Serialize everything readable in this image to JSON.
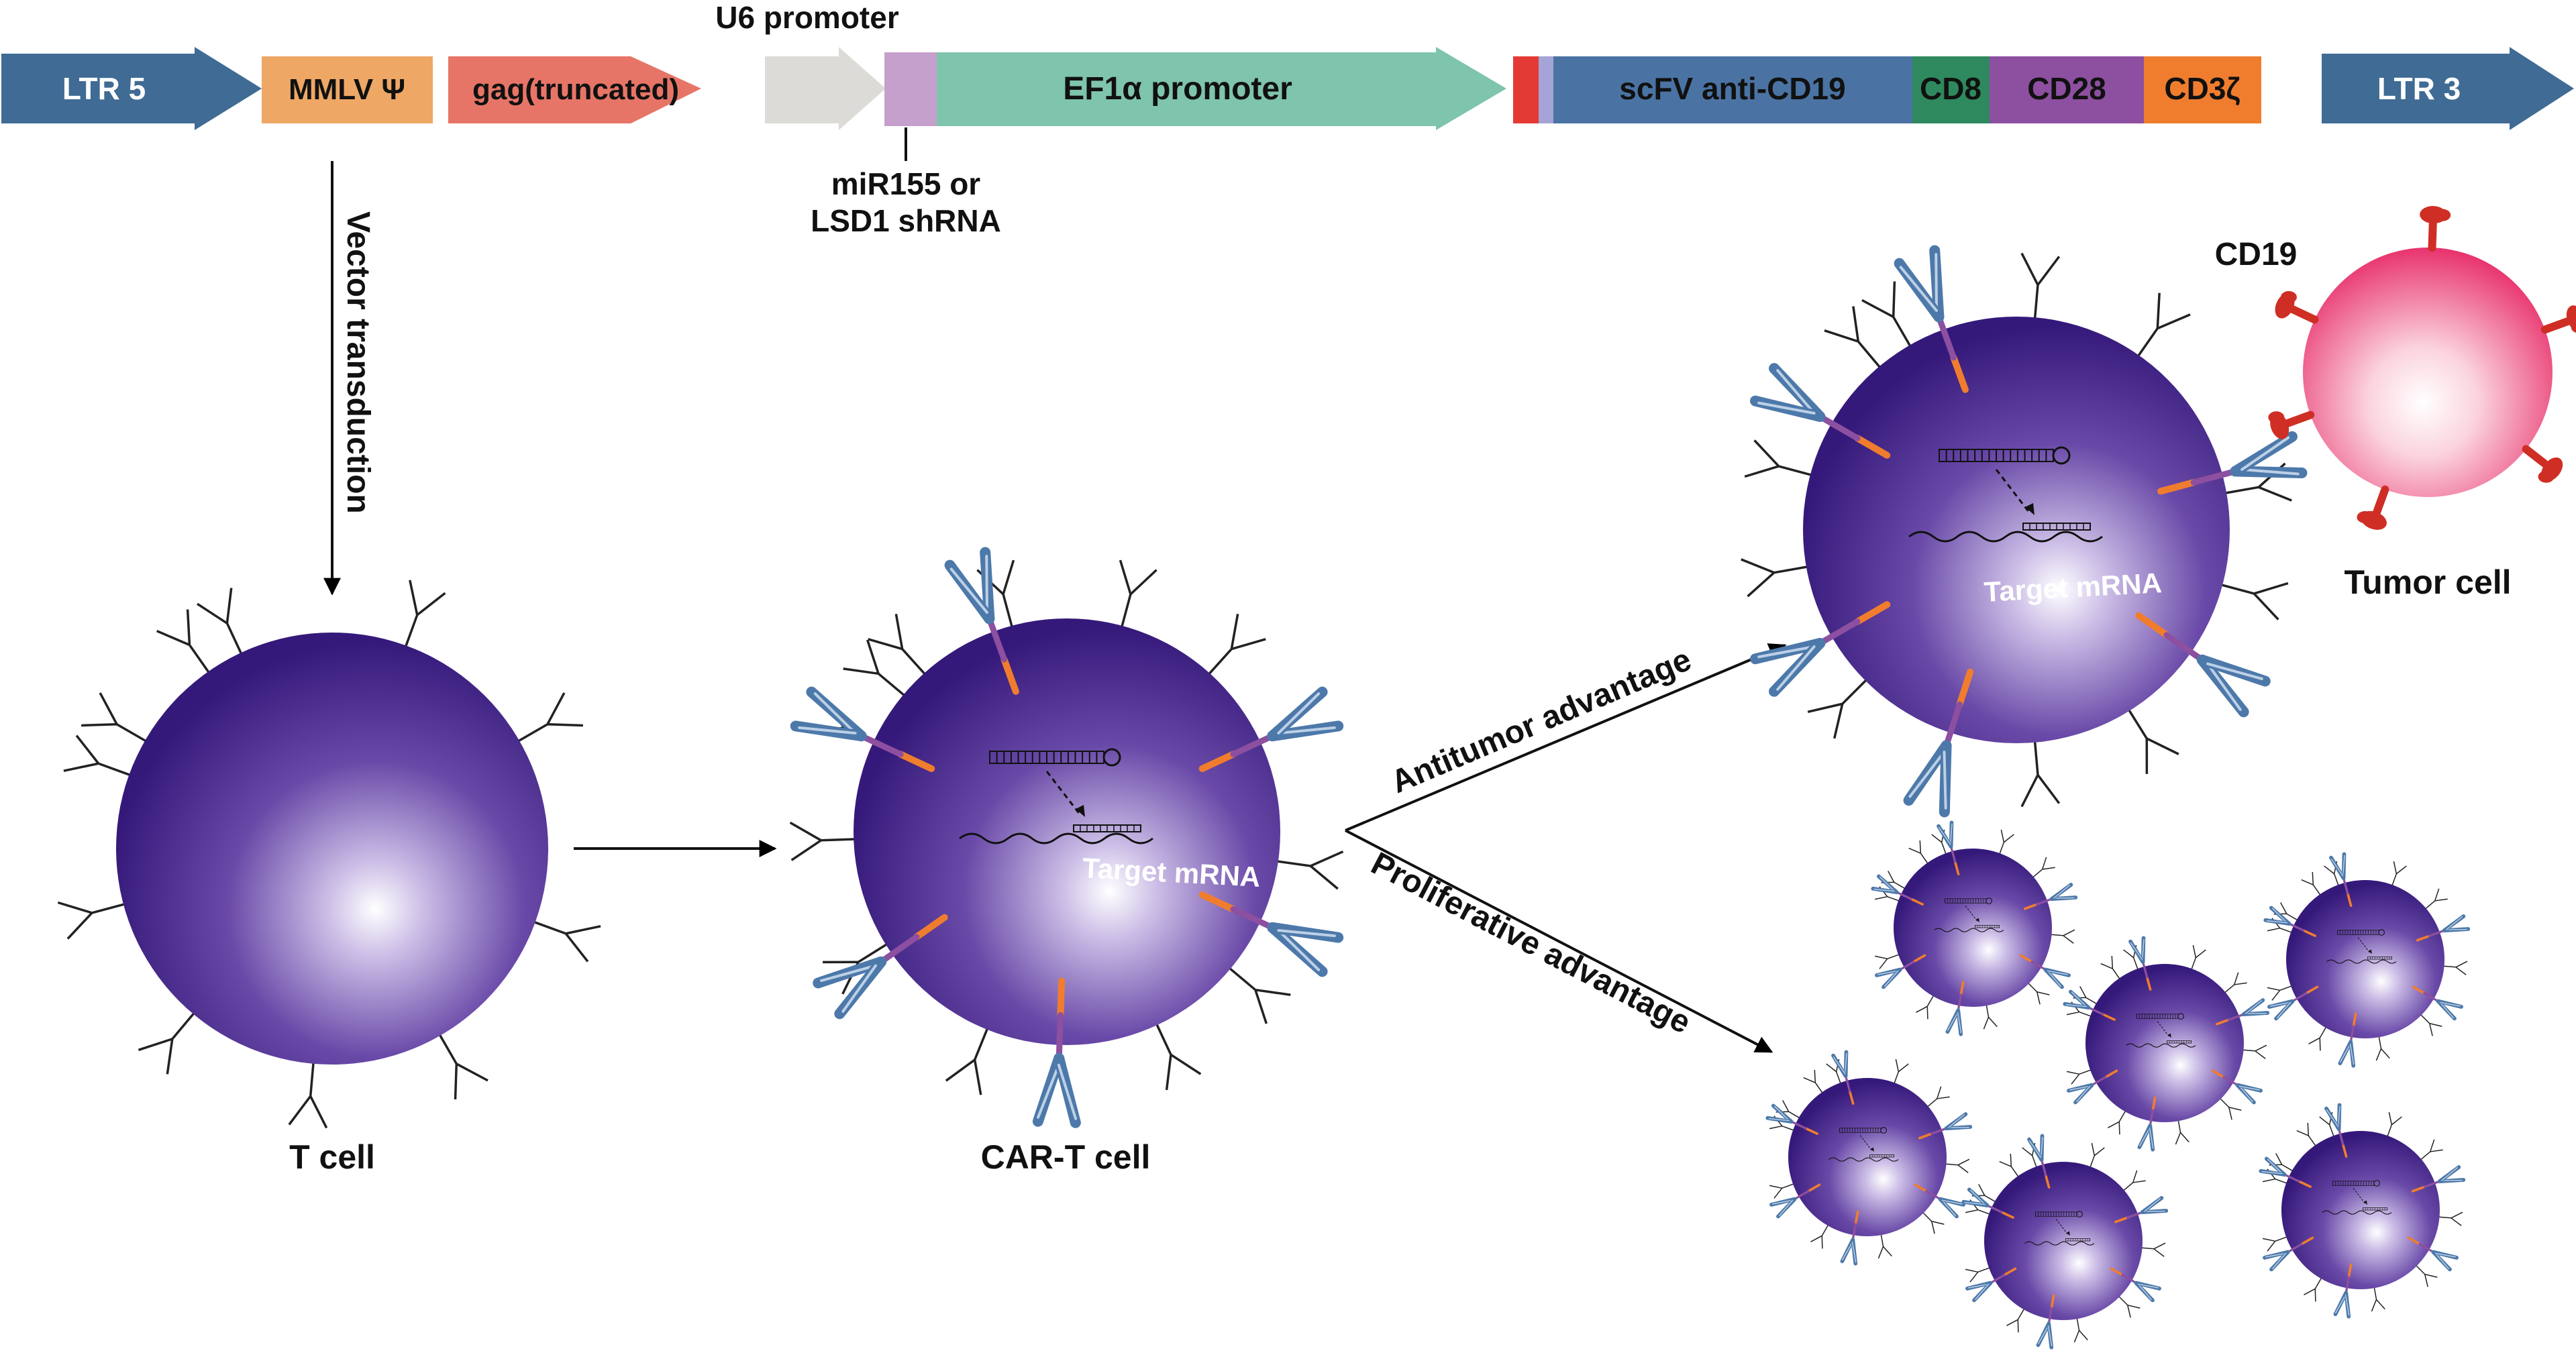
{
  "vector": {
    "ltr5": "LTR 5",
    "mmlv": "MMLV Ψ",
    "gag": "gag(truncated)",
    "u6_promoter": "U6 promoter",
    "shrna_line1": "miR155 or",
    "shrna_line2": "LSD1 shRNA",
    "ef1a": "EF1α promoter",
    "scfv": "scFV anti-CD19",
    "cd8": "CD8",
    "cd28": "CD28",
    "cd3z": "CD3ζ",
    "ltr3": "LTR 3"
  },
  "labels": {
    "vector_transduction": "Vector transduction",
    "t_cell": "T cell",
    "car_t_cell": "CAR-T cell",
    "antitumor": "Antitumor advantage",
    "proliferative": "Proliferative advantage",
    "target_mrna": "Target mRNA",
    "cd19": "CD19",
    "tumor_cell": "Tumor cell"
  },
  "colors": {
    "ltr": "#3f6b94",
    "mmlv": "#eea765",
    "gag": "#e77567",
    "u6": "#dddbd7",
    "shrna": "#c6a0cc",
    "ef1a": "#7fc4ad",
    "signal_red": "#e43a35",
    "signal_lav": "#a4a4d6",
    "scfv": "#4a73a3",
    "cd8": "#2e8a5e",
    "cd28": "#8d4fa0",
    "cd3z": "#f07d2e",
    "cell_dark": "#3a1d80",
    "cell_light": "#ffffff",
    "tumor": "#e8336d",
    "cd19_red": "#cf2e25",
    "car_blue": "#4d79aa",
    "car_orange": "#f07d2e"
  }
}
